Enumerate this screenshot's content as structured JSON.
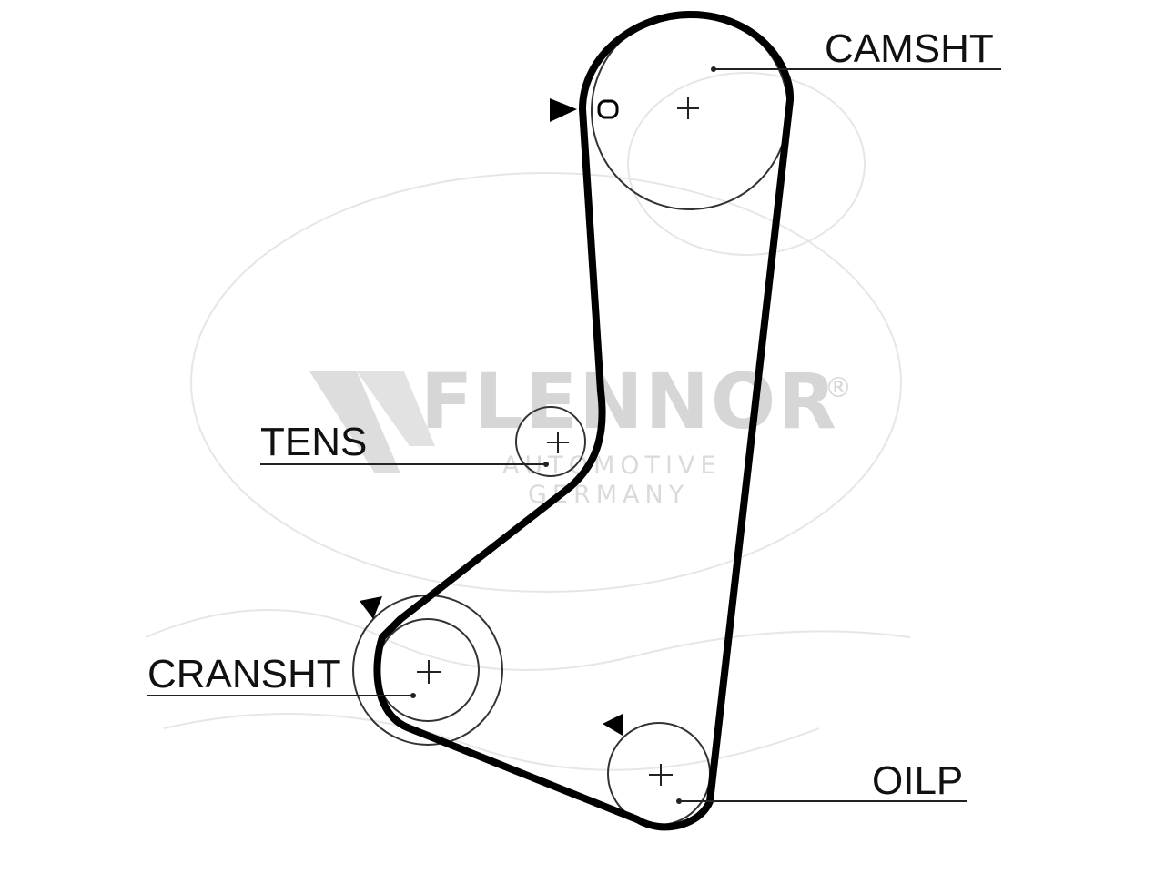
{
  "labels": {
    "camshaft": "CAMSHT",
    "tensioner": "TENS",
    "crankshaft": "CRANSHT",
    "oil_pump": "OILP"
  },
  "watermark": {
    "brand": "FLENNOR",
    "registered": "®",
    "line1": "AUTOMOTIVE",
    "line2": "GERMANY"
  },
  "colors": {
    "belt": "#000000",
    "outline": "#333333",
    "watermark": "#d6d6d6",
    "background": "#ffffff"
  }
}
